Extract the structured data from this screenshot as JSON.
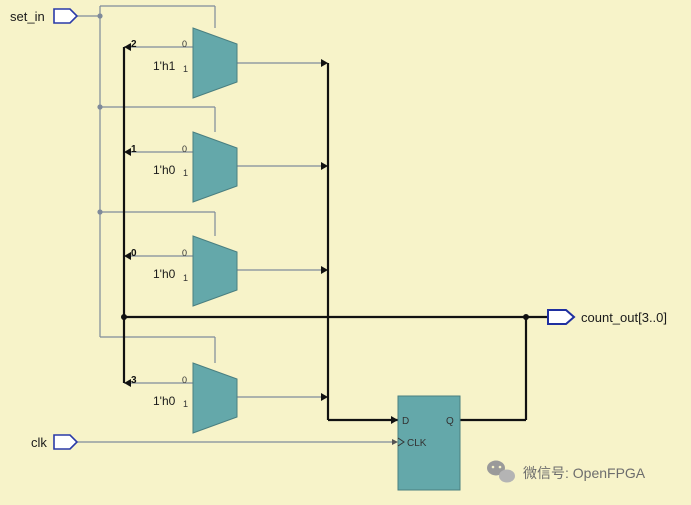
{
  "ports": {
    "set_in": "set_in",
    "clk": "clk",
    "count_out": "count_out[3..0]"
  },
  "muxes": [
    {
      "select": "2",
      "in0": "0",
      "in1": "1",
      "const": "1'h1"
    },
    {
      "select": "1",
      "in0": "0",
      "in1": "1",
      "const": "1'h0"
    },
    {
      "select": "0",
      "in0": "0",
      "in1": "1",
      "const": "1'h0"
    },
    {
      "select": "3",
      "in0": "0",
      "in1": "1",
      "const": "1'h0"
    }
  ],
  "flipflop": {
    "d": "D",
    "q": "Q",
    "clk": "CLK"
  },
  "watermark": "微信号: OpenFPGA",
  "colors": {
    "background": "#f7f3c9",
    "block": "#64a8aa",
    "port_stroke": "#2a3aa8"
  }
}
